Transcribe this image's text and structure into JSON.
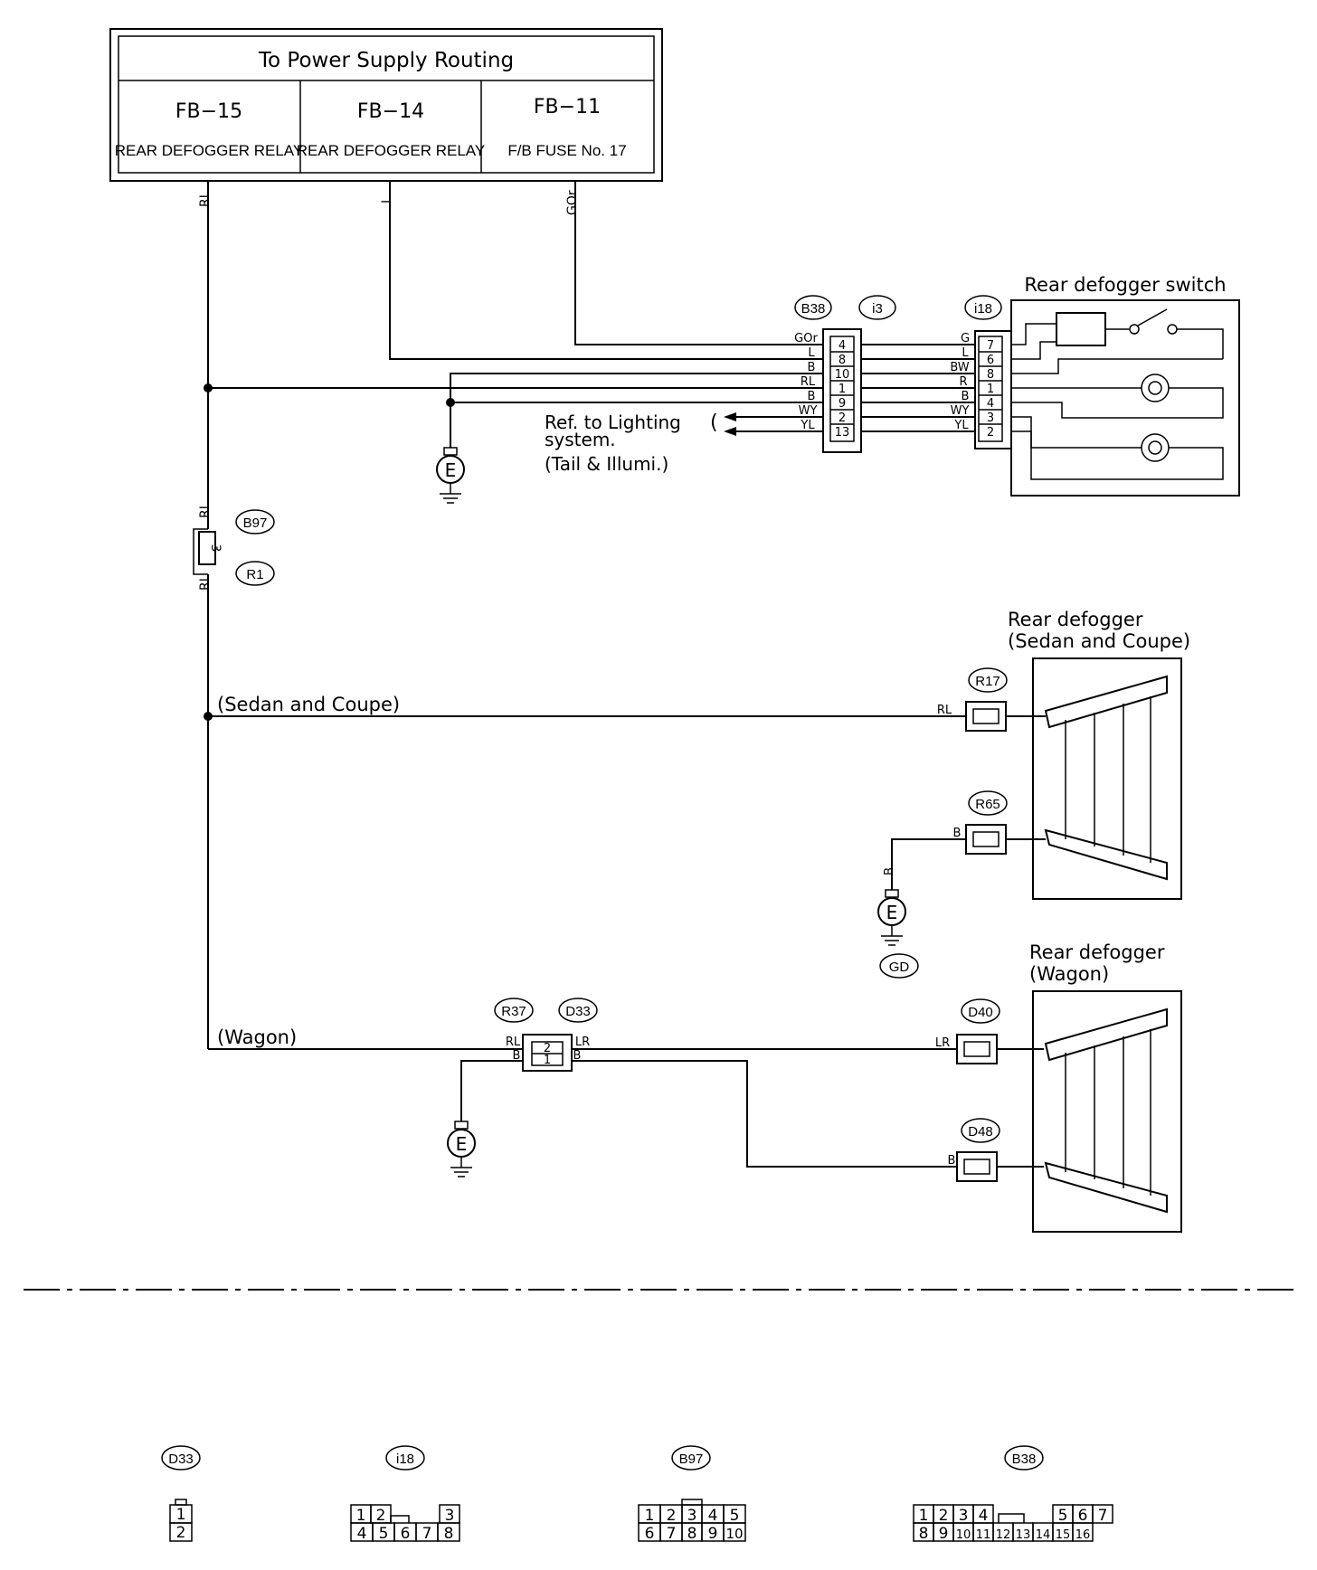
{
  "power_box": {
    "title": "To Power Supply Routing",
    "cells": [
      {
        "code": "FB−15",
        "desc": "REAR DEFOGGER RELAY"
      },
      {
        "code": "FB−14",
        "desc": "REAR DEFOGGER RELAY"
      },
      {
        "code": "FB−11",
        "desc": "F/B FUSE No. 17"
      }
    ]
  },
  "wires": {
    "rl": "RL",
    "l": "L",
    "gor": "GOr",
    "b": "B",
    "lr": "LR",
    "bw": "BW",
    "g": "G",
    "wy": "WY",
    "yl": "YL"
  },
  "connectors": {
    "b38": "B38",
    "i3": "i3",
    "i18": "i18",
    "b97": "B97",
    "r1": "R1",
    "r17": "R17",
    "r65": "R65",
    "gd": "GD",
    "r37": "R37",
    "d33": "D33",
    "d40": "D40",
    "d48": "D48"
  },
  "b38_pins": [
    "4",
    "8",
    "10",
    "1",
    "9",
    "2",
    "13"
  ],
  "b38_wires": [
    "GOr",
    "L",
    "B",
    "RL",
    "B",
    "WY",
    "YL"
  ],
  "i18_pins": [
    "7",
    "6",
    "8",
    "1",
    "4",
    "3",
    "2"
  ],
  "i18_wires": [
    "G",
    "L",
    "BW",
    "R",
    "B",
    "WY",
    "YL"
  ],
  "b97_pin": "3",
  "d33_pins": [
    "2",
    "1"
  ],
  "ground_label": "E",
  "labels": {
    "switch_title": "Rear defogger switch",
    "ref_line1": "Ref. to Lighting",
    "ref_line2": "system.",
    "ref_line3": "(Tail & Illumi.)",
    "sedan_branch": "(Sedan and Coupe)",
    "wagon_branch": "(Wagon)",
    "defogger_sedan_1": "Rear defogger",
    "defogger_sedan_2": "(Sedan and Coupe)",
    "defogger_wagon_1": "Rear defogger",
    "defogger_wagon_2": "(Wagon)"
  },
  "connector_faces": [
    {
      "name": "D33",
      "rows": [
        [
          "1"
        ],
        [
          "2"
        ]
      ]
    },
    {
      "name": "i18",
      "rows": [
        [
          "1",
          "2",
          "",
          "3"
        ],
        [
          "4",
          "5",
          "6",
          "7",
          "8"
        ]
      ]
    },
    {
      "name": "B97",
      "rows": [
        [
          "1",
          "2",
          "3",
          "4",
          "5"
        ],
        [
          "6",
          "7",
          "8",
          "9",
          "10"
        ]
      ]
    },
    {
      "name": "B38",
      "rows": [
        [
          "1",
          "2",
          "3",
          "4",
          "",
          "5",
          "6",
          "7"
        ],
        [
          "8",
          "9",
          "10",
          "11",
          "12",
          "13",
          "14",
          "15",
          "16"
        ]
      ]
    }
  ]
}
